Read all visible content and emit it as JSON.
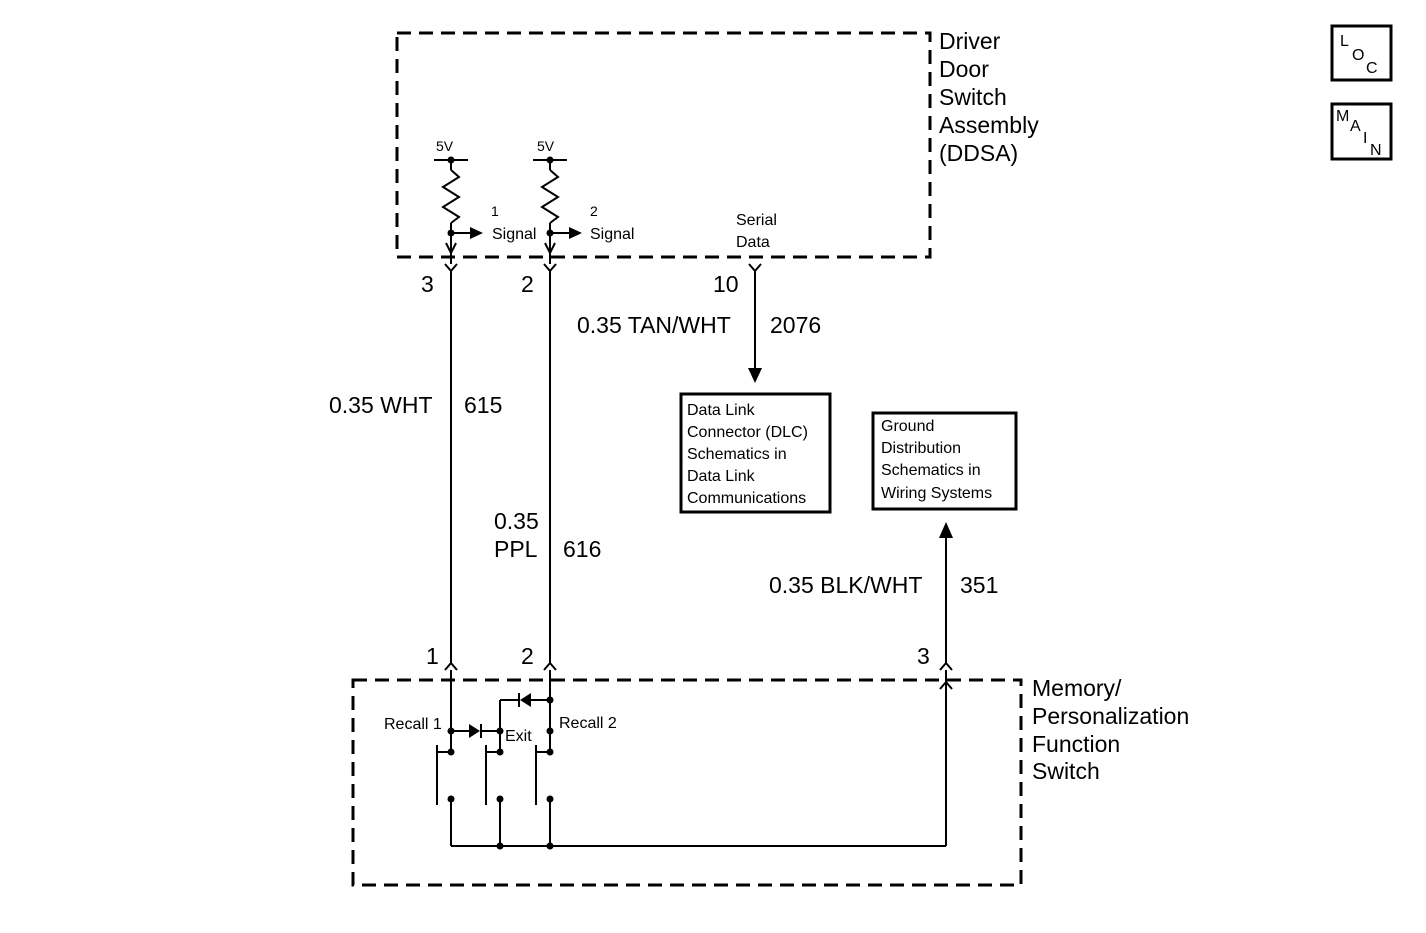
{
  "ddsa": {
    "title_lines": [
      "Driver",
      "Door",
      "Switch",
      "Assembly",
      "(DDSA)"
    ],
    "supply_left": "5V",
    "supply_right": "5V",
    "signal1_num": "1",
    "signal1_label": "Signal",
    "signal2_num": "2",
    "signal2_label": "Signal",
    "serial_lines": [
      "Serial",
      "Data"
    ],
    "pin_left": "3",
    "pin_mid": "2",
    "pin_right": "10"
  },
  "wires": {
    "wht_label": "0.35 WHT",
    "wht_circuit": "615",
    "ppl_label_lines": [
      "0.35",
      "PPL"
    ],
    "ppl_circuit": "616",
    "tan_label": "0.35 TAN/WHT",
    "tan_circuit": "2076",
    "blk_label": "0.35 BLK/WHT",
    "blk_circuit": "351"
  },
  "dlc_box": {
    "lines": [
      "Data Link",
      "Connector (DLC)",
      "Schematics in",
      "Data Link",
      "Communications"
    ]
  },
  "ground_box": {
    "lines": [
      "Ground",
      "Distribution",
      "Schematics in",
      "Wiring Systems"
    ]
  },
  "memory_switch": {
    "title_lines": [
      "Memory/",
      "Personalization",
      "Function",
      "Switch"
    ],
    "pin_left": "1",
    "pin_mid": "2",
    "pin_right": "3",
    "recall1": "Recall 1",
    "exit": "Exit",
    "recall2": "Recall 2"
  },
  "icons": {
    "loc": {
      "l": "L",
      "o": "O",
      "c": "C"
    },
    "main": {
      "m": "M",
      "a": "A",
      "i": "I",
      "n": "N"
    }
  }
}
